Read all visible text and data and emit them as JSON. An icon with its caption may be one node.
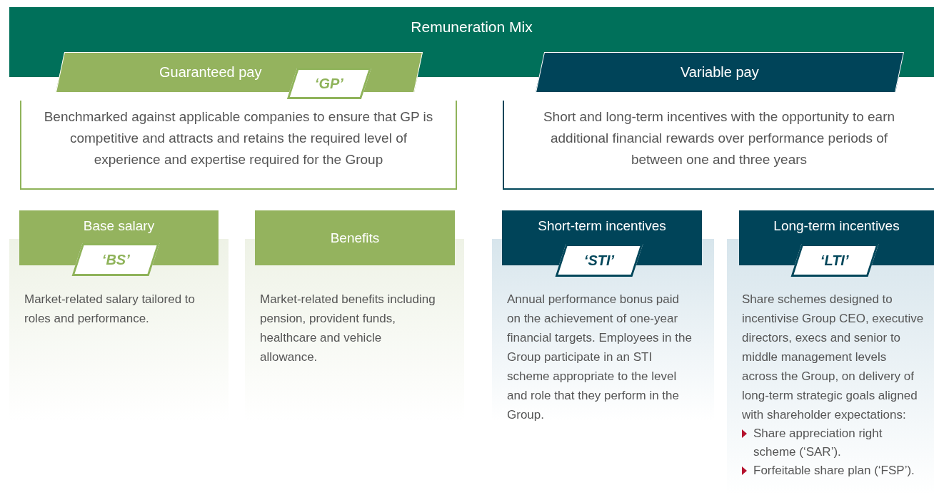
{
  "diagram": {
    "nodes": [
      {
        "text": [
          "Remuneration Mix"
        ]
      },
      {
        "text": [
          "Guaranteed pay"
        ]
      },
      {
        "text": [
          "‘GP’"
        ]
      },
      {
        "text": [
          "Benchmarked against applicable companies to ensure that GP is competitive and attracts and retains the required level of experience and expertise required for the Group"
        ]
      },
      {
        "text": [
          "Variable pay"
        ]
      },
      {
        "text": [
          "Short and long-term incentives with the opportunity to earn additional financial rewards over performance periods of between one and three years"
        ]
      },
      {
        "text": [
          "Base salary",
          "Market-related salary tailored to roles and performance."
        ]
      },
      {
        "text": [
          "‘BS’"
        ],
        "in": 6
      },
      {
        "text": [
          "Benefits",
          "Market-related benefits including pension, provident funds, healthcare and vehicle allowance."
        ]
      },
      {
        "text": [
          "Short-term incentives",
          "Annual performance bonus paid on the achievement of one-year financial targets. Employees in the Group participate in an STI scheme appropriate to the level and role that they perform in the Group."
        ]
      },
      {
        "text": [
          "‘STI’"
        ],
        "in": 9
      },
      {
        "text": [
          "Long-term incentives",
          "Share schemes designed to incentivise Group CEO, executive directors, execs and senior to middle management levels across the Group, on delivery of long-term strategic goals aligned with shareholder expectations:",
          "Share appreciation right scheme (‘SAR’).",
          "Forfeitable share plan (‘FSP’)."
        ]
      },
      {
        "text": [
          "‘LTI’"
        ],
        "in": 11
      }
    ]
  }
}
